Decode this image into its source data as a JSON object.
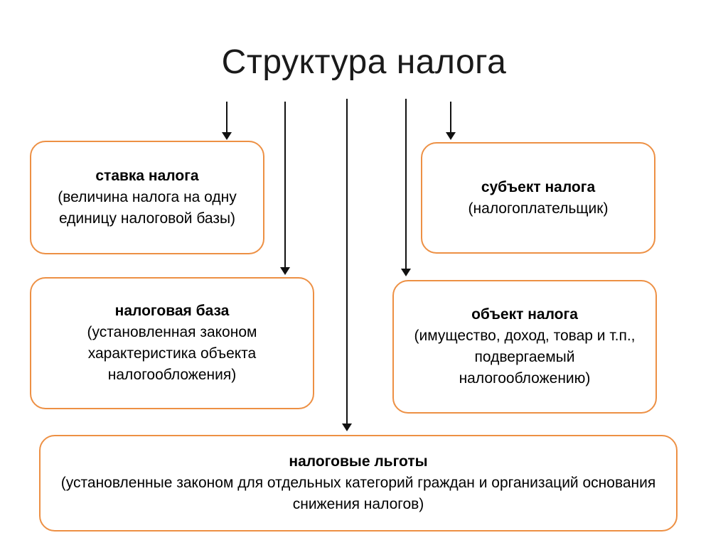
{
  "title": "Структура налога",
  "nodes": [
    {
      "id": "stavka",
      "title": "ставка налога",
      "desc": "(величина налога на одну единицу налоговой базы)"
    },
    {
      "id": "subekt",
      "title": "субъект налога",
      "desc": "(налогоплательщик)"
    },
    {
      "id": "baza",
      "title": "налоговая база",
      "desc": "(установленная законом характеристика объекта налогообложения)"
    },
    {
      "id": "obekt",
      "title": "объект налога",
      "desc": "(имущество, доход, товар и т.п., подвергаемый налогообложению)"
    },
    {
      "id": "lgoty",
      "title": "налоговые  льготы",
      "desc": "(установленные законом для отдельных категорий граждан и организаций основания снижения налогов)"
    }
  ],
  "colors": {
    "box_border": "#ED9044",
    "arrow": "#111111",
    "text": "#000000",
    "background": "#FFFFFF"
  }
}
